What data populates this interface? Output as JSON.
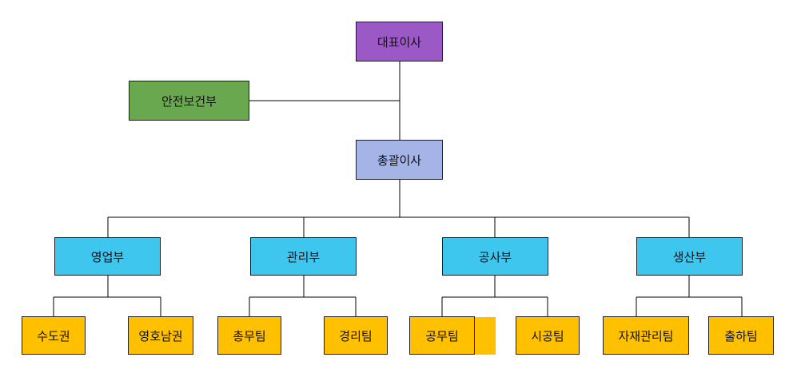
{
  "colors": {
    "ceo": "#9b59c5",
    "safety": "#6aa84f",
    "general_manager": "#a4b4e6",
    "department": "#3fc6ef",
    "team": "#ffc000",
    "line": "#000000"
  },
  "ceo": {
    "label": "대표이사"
  },
  "safety": {
    "label": "안전보건부"
  },
  "general_manager": {
    "label": "총괄이사"
  },
  "departments": [
    {
      "label": "영업부",
      "teams": [
        {
          "label": "수도권"
        },
        {
          "label": "영호남권"
        }
      ]
    },
    {
      "label": "관리부",
      "teams": [
        {
          "label": "총무팀"
        },
        {
          "label": "경리팀"
        }
      ]
    },
    {
      "label": "공사부",
      "teams": [
        {
          "label": "공무팀"
        },
        {
          "label": "시공팀"
        }
      ]
    },
    {
      "label": "생산부",
      "teams": [
        {
          "label": "자재관리팀"
        },
        {
          "label": "출하팀"
        }
      ]
    }
  ]
}
